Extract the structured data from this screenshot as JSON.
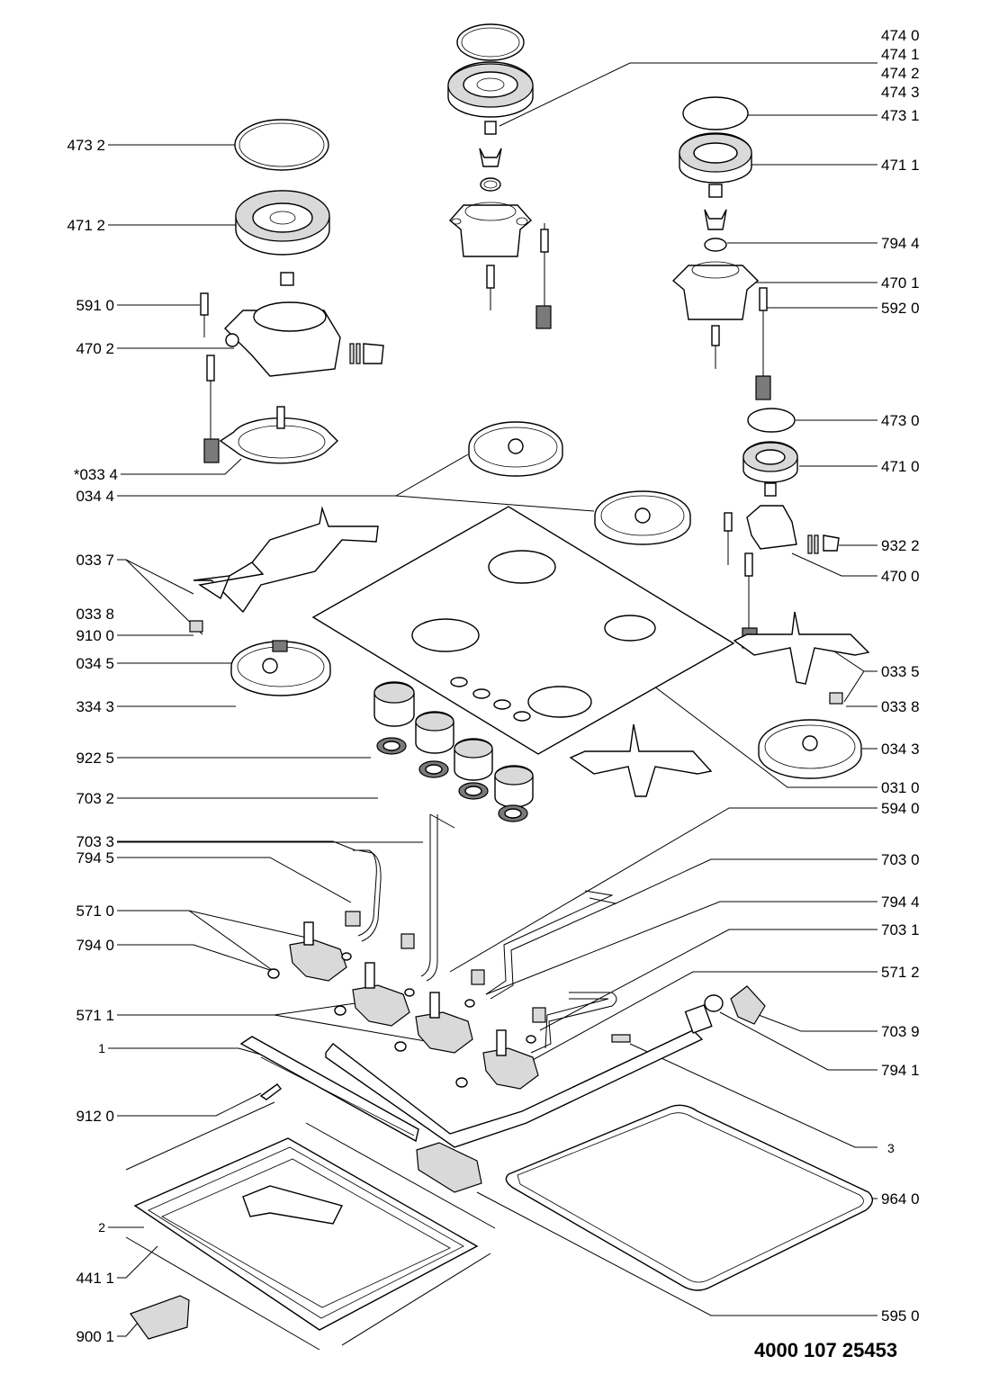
{
  "document_number": "4000 107 25453",
  "labels": {
    "l_474_0": "474 0",
    "l_474_1": "474 1",
    "l_474_2": "474 2",
    "l_474_3": "474 3",
    "l_473_1": "473 1",
    "l_471_1": "471 1",
    "l_794_4a": "794 4",
    "l_470_1": "470 1",
    "l_592_0": "592 0",
    "l_473_0": "473 0",
    "l_471_0": "471 0",
    "l_932_2": "932 2",
    "l_470_0": "470 0",
    "l_033_5": "033 5",
    "l_033_8b": "033 8",
    "l_034_3": "034 3",
    "l_031_0": "031 0",
    "l_594_0": "594 0",
    "l_703_0": "703 0",
    "l_794_4b": "794 4",
    "l_703_1": "703 1",
    "l_571_2": "571 2",
    "l_703_9": "703 9",
    "l_794_1": "794 1",
    "l_3": "3",
    "l_964_0": "964 0",
    "l_595_0": "595 0",
    "l_473_2": "473 2",
    "l_471_2": "471 2",
    "l_591_0": "591 0",
    "l_470_2": "470 2",
    "l_033_4": "*033 4",
    "l_034_4": "034 4",
    "l_033_7": "033 7",
    "l_033_8a": "033 8",
    "l_910_0": "910 0",
    "l_034_5": "034 5",
    "l_334_3": "334 3",
    "l_922_5": "922 5",
    "l_703_2": "703 2",
    "l_703_3": "703 3",
    "l_794_5": "794 5",
    "l_571_0": "571 0",
    "l_794_0": "794 0",
    "l_571_1": "571 1",
    "l_1": "1",
    "l_912_0": "912 0",
    "l_2": "2",
    "l_441_1": "441 1",
    "l_900_1": "900 1"
  }
}
